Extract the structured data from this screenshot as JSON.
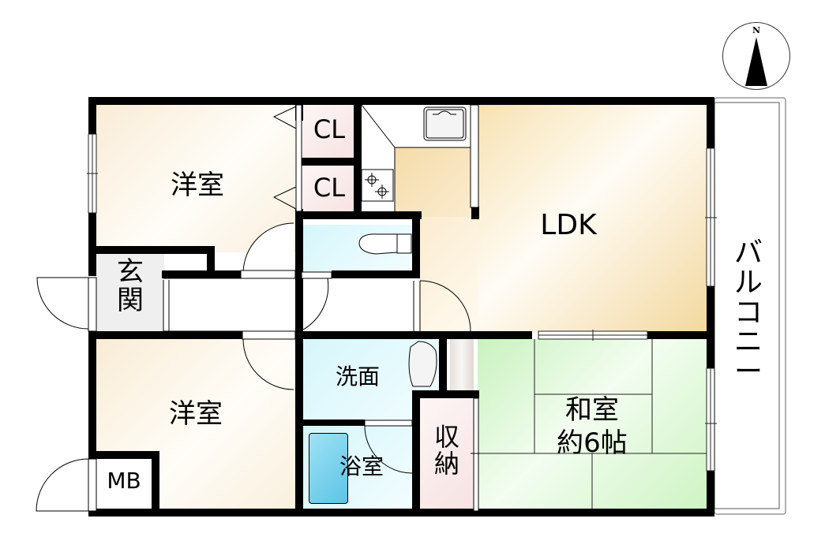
{
  "plan": {
    "compass": {
      "label": "N"
    },
    "rooms": {
      "western_room_upper": {
        "label": "洋室"
      },
      "closet_upper": {
        "label": "CL"
      },
      "closet_lower": {
        "label": "CL"
      },
      "ldk": {
        "label": "LDK"
      },
      "entrance": {
        "label": "玄関"
      },
      "western_room_lower": {
        "label": "洋室"
      },
      "meter_box": {
        "label": "MB"
      },
      "washroom": {
        "label": "洗面"
      },
      "bathroom": {
        "label": "浴室"
      },
      "storage": {
        "label": "収納"
      },
      "japanese_room": {
        "label": "和室",
        "size": "約6帖"
      },
      "balcony": {
        "label": "バルコニー"
      }
    },
    "colors": {
      "wall": "#000000",
      "western_fill": "#fbf3e6",
      "ldk_fill": "#f7e3b8",
      "closet_fill": "#fbecec",
      "wet_fill": "#e2f8fb",
      "japanese_fill": "#dcf7d6",
      "storage_fill": "#fbeeee",
      "entrance_fill": "#ececec",
      "tub_fill": "#7ed3ee"
    }
  }
}
